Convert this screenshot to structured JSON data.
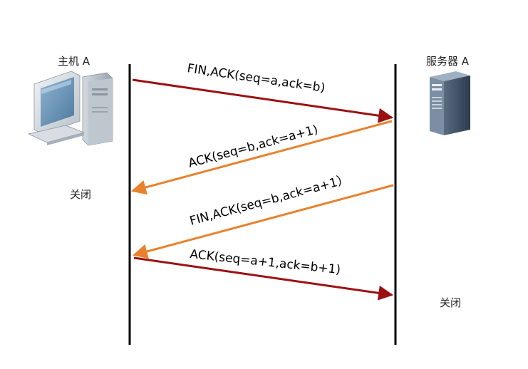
{
  "host": {
    "label": "主机 A",
    "status": "关闭"
  },
  "server": {
    "label": "服务器 A",
    "status": "关闭"
  },
  "messages": [
    {
      "text": "FIN,ACK(seq=a,ack=b)",
      "color": "#9b1111"
    },
    {
      "text": "ACK(seq=b,ack=a+1)",
      "color": "#e8822e"
    },
    {
      "text": "FIN,ACK(seq=b,ack=a+1）",
      "color": "#e8822e"
    },
    {
      "text": "ACK(seq=a+1,ack=b+1)",
      "color": "#9b1111"
    }
  ],
  "icons": {
    "host": "desktop-computer-icon",
    "server": "server-tower-icon"
  }
}
